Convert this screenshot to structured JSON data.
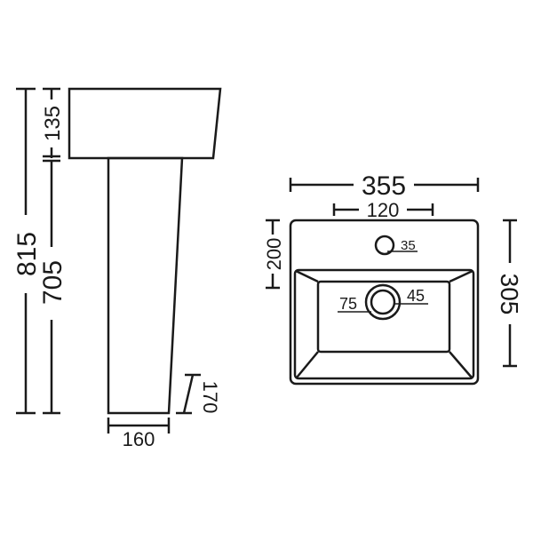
{
  "side_view": {
    "total_height": "815",
    "basin_height": "135",
    "pedestal_height": "705",
    "pedestal_width": "160",
    "pedestal_depth": "170"
  },
  "top_view": {
    "overall_width": "355",
    "tap_hole_spacing": "120",
    "tap_hole_offset": "200",
    "overall_depth": "305",
    "tap_hole_diameter": "35",
    "waste_outer_diameter": "75",
    "waste_inner_diameter": "45"
  },
  "colors": {
    "line": "#1a1a1a",
    "background": "#ffffff"
  }
}
